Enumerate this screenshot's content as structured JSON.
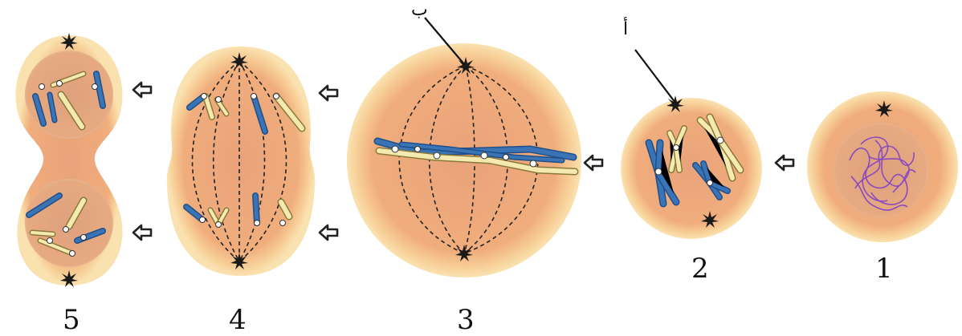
{
  "stages": [
    {
      "number": "1"
    },
    {
      "number": "2"
    },
    {
      "number": "3"
    },
    {
      "number": "4"
    },
    {
      "number": "5"
    }
  ],
  "pointers": {
    "a": "أ",
    "b": "ب"
  },
  "colors": {
    "cell_fill": "#f2b07e",
    "cell_edge": "#f8d9a6",
    "nucleus": "#e0a078",
    "chromatin": "#8a4bbf",
    "chromosome_blue": "#3a74b4",
    "chromosome_yellow": "#f4eab0",
    "centrosome": "#1a1a1a",
    "spindle": "#222222",
    "arrow": "#222222"
  }
}
